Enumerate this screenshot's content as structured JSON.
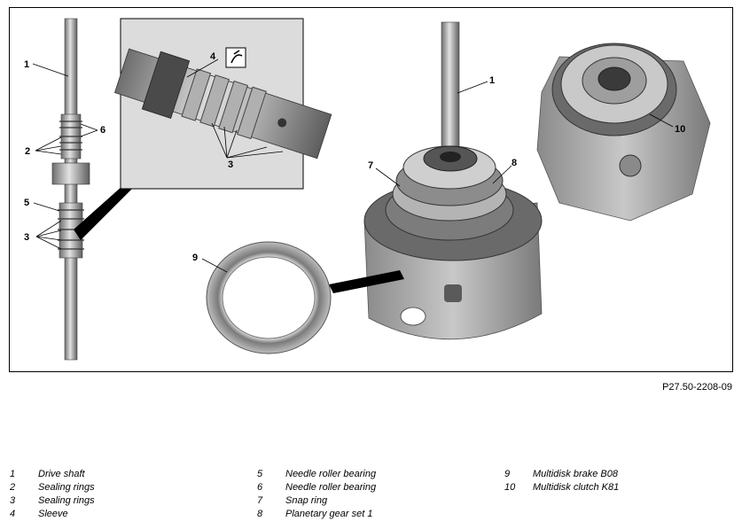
{
  "figure": {
    "id_label": "P27.50-2208-09",
    "callouts": [
      "1",
      "2",
      "3",
      "4",
      "5",
      "6",
      "1",
      "7",
      "8",
      "9",
      "10"
    ],
    "inset_symbol": "wrench-torque-symbol",
    "colors": {
      "metal_dark": "#5a5a5a",
      "metal_mid": "#9a9a9a",
      "metal_light": "#d4d4d4",
      "inset_bg": "#dcdcdc"
    }
  },
  "legend": [
    {
      "num": "1",
      "label": "Drive shaft"
    },
    {
      "num": "2",
      "label": "Sealing rings"
    },
    {
      "num": "3",
      "label": "Sealing rings"
    },
    {
      "num": "4",
      "label": "Sleeve"
    },
    {
      "num": "5",
      "label": "Needle roller bearing"
    },
    {
      "num": "6",
      "label": "Needle roller bearing"
    },
    {
      "num": "7",
      "label": "Snap ring"
    },
    {
      "num": "8",
      "label": "Planetary gear set 1"
    },
    {
      "num": "9",
      "label": "Multidisk brake B08"
    },
    {
      "num": "10",
      "label": "Multidisk clutch K81"
    }
  ]
}
